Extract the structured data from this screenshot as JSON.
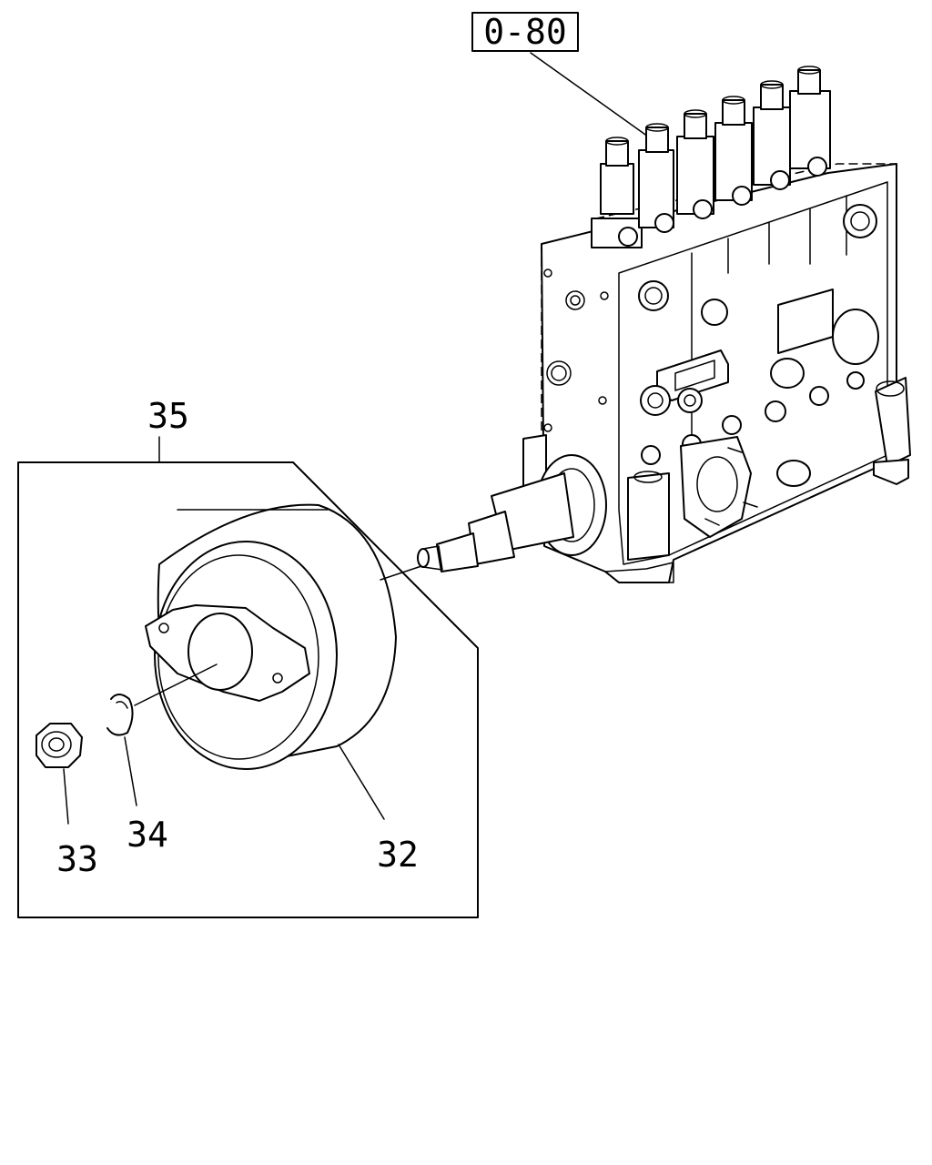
{
  "reference": {
    "label": "0-80"
  },
  "callouts": {
    "assembly": "35",
    "gear_pulley": "32",
    "nut": "33",
    "washer": "34"
  },
  "parts": [
    {
      "name": "injection-pump",
      "icon": "injection-pump-icon"
    },
    {
      "name": "pulley",
      "icon": "pulley-icon"
    },
    {
      "name": "lock-washer",
      "icon": "washer-icon"
    },
    {
      "name": "hex-nut",
      "icon": "nut-icon"
    }
  ]
}
